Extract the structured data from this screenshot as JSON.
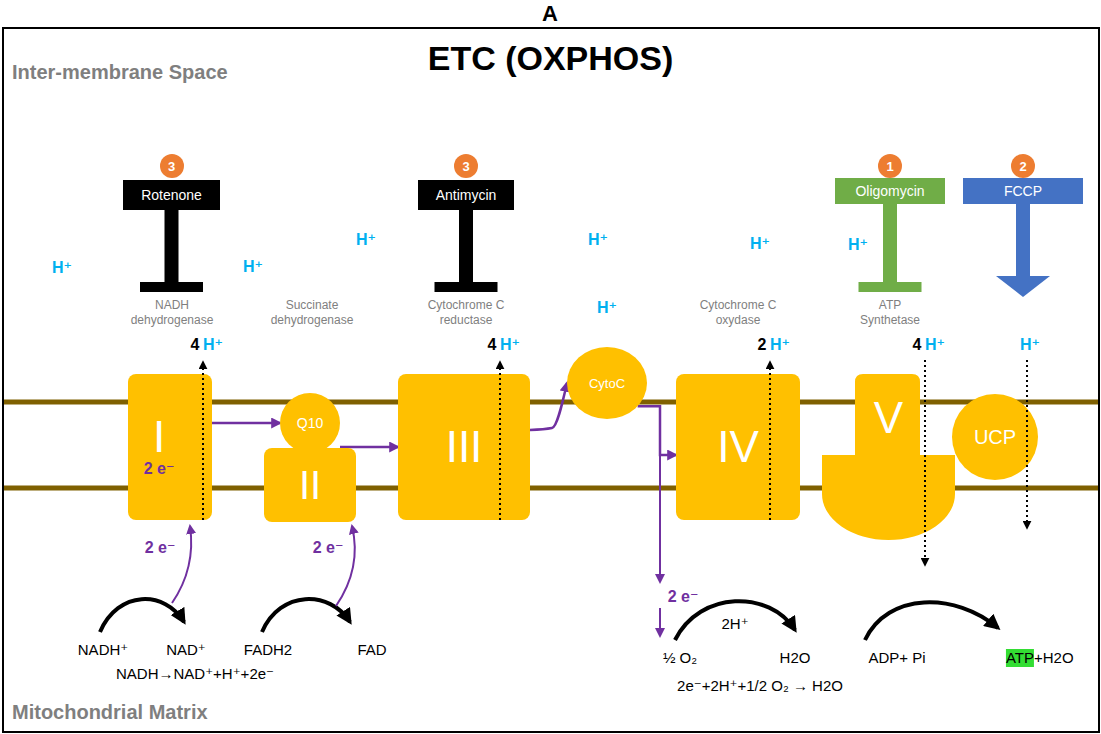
{
  "diagram": {
    "title": "ETC (OXPHOS)",
    "nodes": [
      {
        "text": [
          "3"
        ]
      },
      {
        "text": [
          "Rotenone"
        ]
      },
      {
        "text": [
          "3"
        ]
      },
      {
        "text": [
          "Antimycin"
        ]
      },
      {
        "text": [
          "1"
        ]
      },
      {
        "text": [
          "Oligomycin"
        ]
      },
      {
        "text": [
          "2"
        ]
      },
      {
        "text": [
          "FCCP"
        ]
      },
      {
        "text": [
          "I",
          "2 e⁻"
        ]
      },
      {
        "text": [
          "Q10"
        ]
      },
      {
        "text": [
          "II"
        ]
      },
      {
        "text": [
          "III"
        ]
      },
      {
        "text": [
          "CytoC"
        ]
      },
      {
        "text": [
          "IV"
        ]
      },
      {
        "text": [
          "V"
        ]
      },
      {
        "text": [
          "UCP"
        ]
      }
    ],
    "edges": [
      {
        "from": 8,
        "to": 9,
        "arrow": "to"
      },
      {
        "from": 9,
        "to": 11,
        "arrow": "to"
      },
      {
        "from": 11,
        "to": 12,
        "arrow": "to"
      },
      {
        "from": 12,
        "to": 13,
        "arrow": "to"
      }
    ],
    "labels": [
      "A",
      "Inter-membrane Space",
      "H⁺",
      "H⁺",
      "H⁺",
      "H⁺",
      "H⁺",
      "H⁺",
      "NADH dehydrogenase",
      "Succinate dehydrogenase",
      "Cytochrome C reductase",
      "H⁺",
      "Cytochrome C oxydase",
      "ATP Synthetase",
      "4",
      "H⁺",
      "4",
      "H⁺",
      "2",
      "H⁺",
      "4",
      "H⁺",
      "H⁺",
      "2 e⁻",
      "2 e⁻",
      "2 e⁻",
      "2H⁺",
      "NADH⁺",
      "NAD⁺",
      "FADH2",
      "FAD",
      "½ O₂",
      "H2O",
      "ADP+ Pi",
      "ATP",
      "+H2O",
      "NADH→NAD⁺+H⁺+2e⁻",
      "2e⁻+2H⁺+1/2 O₂ → H2O",
      "Mitochondrial Matrix"
    ]
  }
}
